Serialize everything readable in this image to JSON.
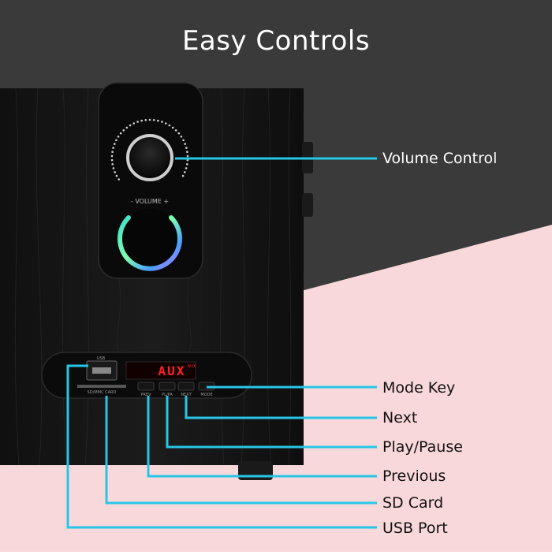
{
  "title": "Easy Controls",
  "colors": {
    "background_dark": "#3a3a3a",
    "background_pink": "#f9d8db",
    "cabinet": "#151515",
    "callout_line": "#27c6e6",
    "display_text": "#ff2020"
  },
  "device": {
    "knob_label": "- VOLUME +",
    "display_text": "AUX",
    "display_badge": "AUX",
    "usb_label": "USB",
    "sd_label": "SD/MMC CARD",
    "buttons": [
      {
        "label": "PREV"
      },
      {
        "label": "PL/PA"
      },
      {
        "label": "NEXT"
      },
      {
        "label": "MODE"
      }
    ]
  },
  "callouts": {
    "volume_control": "Volume Control",
    "mode_key": "Mode Key",
    "next": "Next",
    "play_pause": "Play/Pause",
    "previous": "Previous",
    "sd_card": "SD Card",
    "usb_port": "USB Port"
  }
}
